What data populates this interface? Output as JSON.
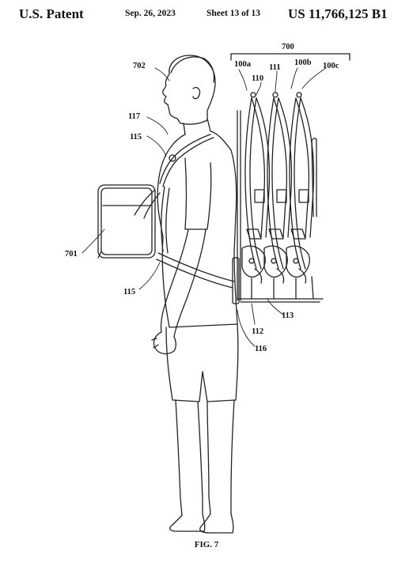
{
  "header": {
    "left": "U.S. Patent",
    "date": "Sep. 26, 2023",
    "sheet": "Sheet 13 of 13",
    "number": "US 11,766,125 B1"
  },
  "labels": {
    "l700": "700",
    "l702": "702",
    "l100a": "100a",
    "l110": "110",
    "l111": "111",
    "l100b": "100b",
    "l100c": "100c",
    "l117": "117",
    "l115a": "115",
    "l701": "701",
    "l115b": "115",
    "l113": "113",
    "l112": "112",
    "l116": "116"
  },
  "caption": "FIG. 7"
}
